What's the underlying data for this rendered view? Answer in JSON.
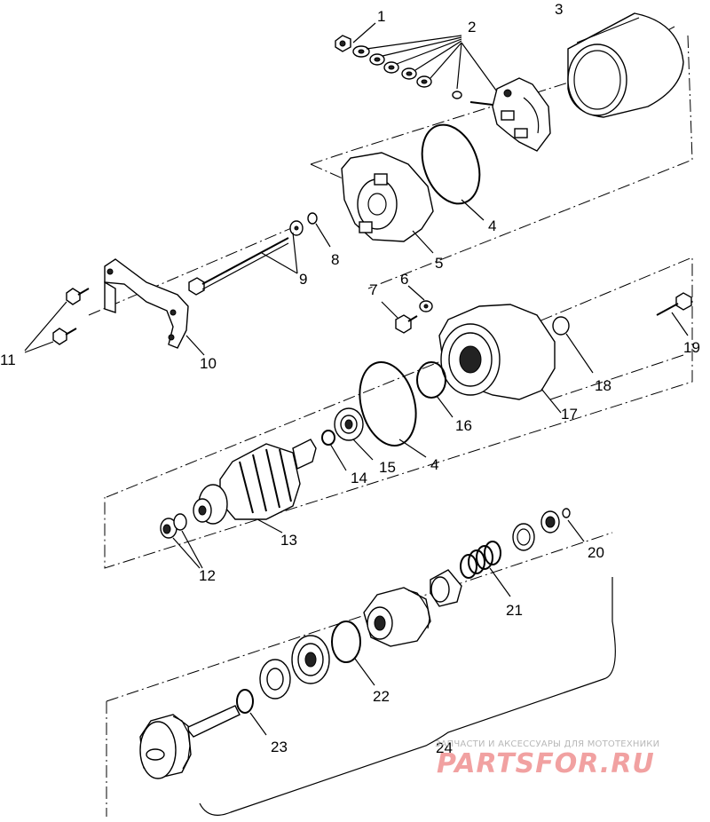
{
  "callouts": {
    "c1": "1",
    "c2": "2",
    "c3": "3",
    "c4a": "4",
    "c4b": "4",
    "c5": "5",
    "c6": "6",
    "c7": "7",
    "c8": "8",
    "c9": "9",
    "c10": "10",
    "c11": "11",
    "c12": "12",
    "c13": "13",
    "c14": "14",
    "c15": "15",
    "c16": "16",
    "c17": "17",
    "c18": "18",
    "c19": "19",
    "c20": "20",
    "c21": "21",
    "c22": "22",
    "c23": "23",
    "c24": "24"
  },
  "watermark": {
    "caption": "ЗАПЧАСТИ И АКСЕССУАРЫ ДЛЯ МОТОТЕХНИКИ",
    "logo": "PARTSFOR.RU",
    "logo_color": "#f1a1a1"
  }
}
